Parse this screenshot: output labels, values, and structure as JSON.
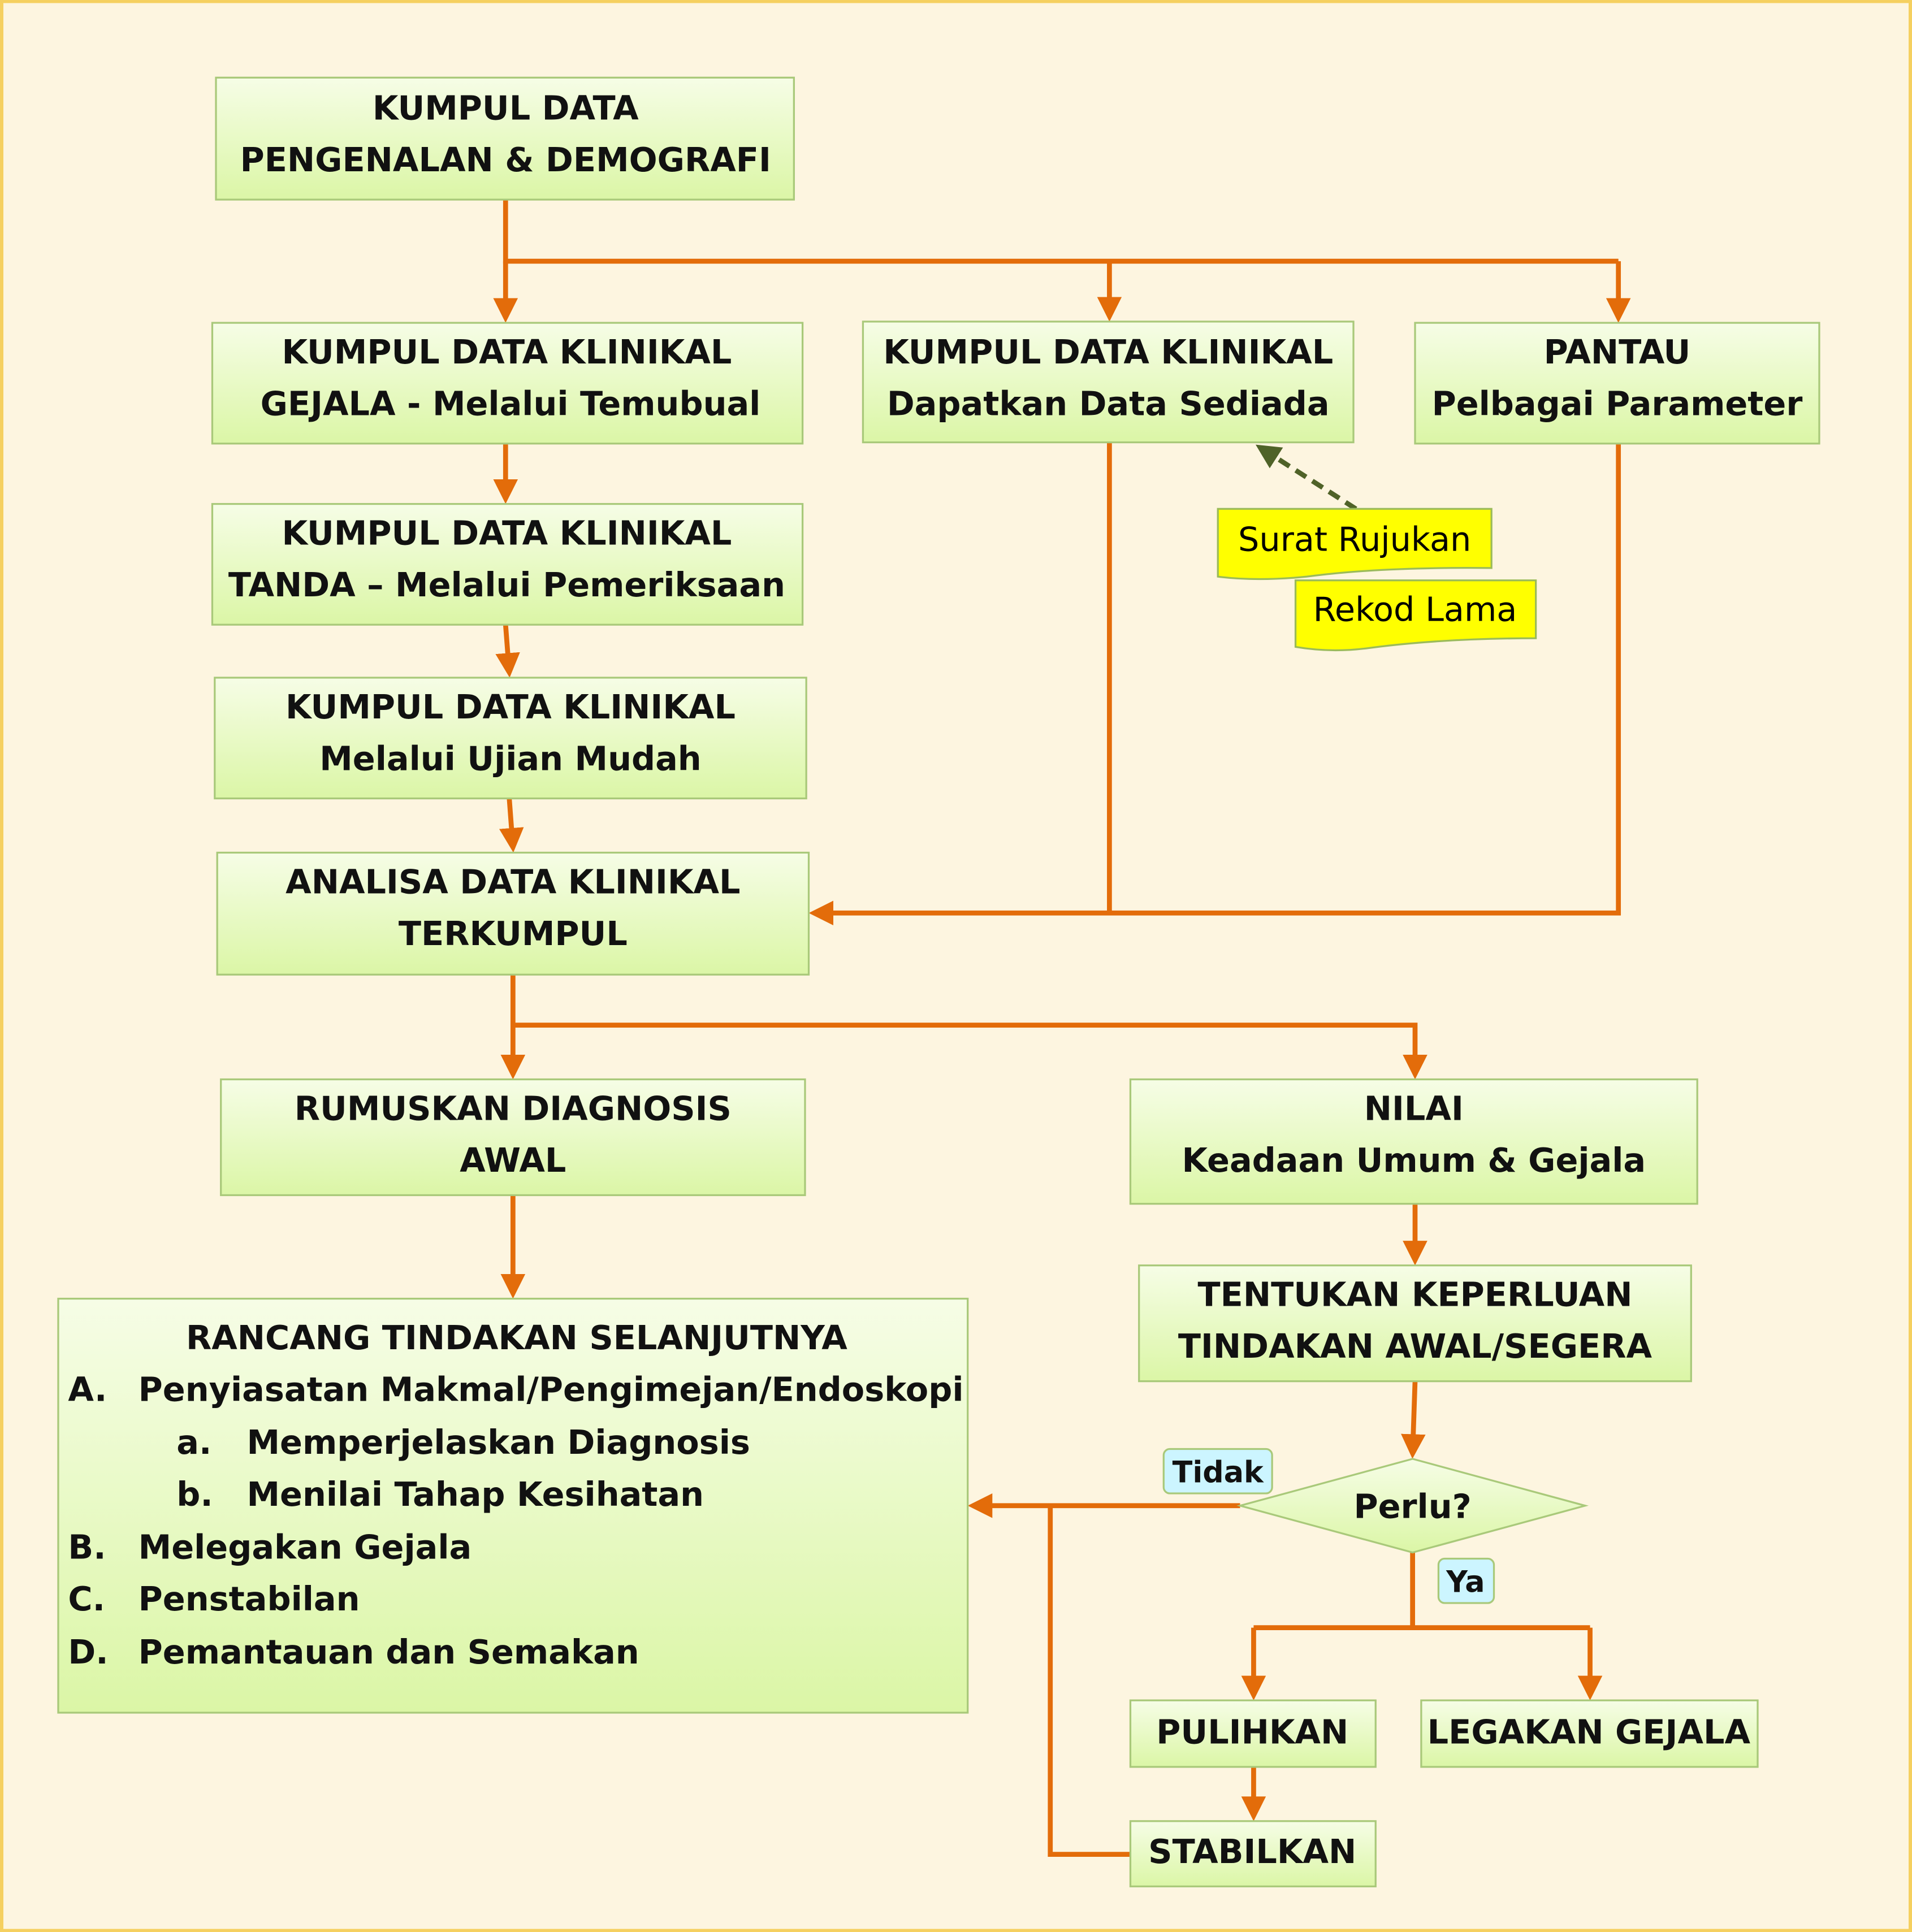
{
  "boxes": {
    "demografi": {
      "line1": "KUMPUL DATA",
      "line2": "PENGENALAN & DEMOGRAFI"
    },
    "gejala": {
      "line1": "KUMPUL DATA KLINIKAL",
      "line2": "GEJALA  - Melalui Temubual"
    },
    "sediada": {
      "line1": "KUMPUL DATA KLINIKAL",
      "line2": "Dapatkan Data Sediada"
    },
    "pantau": {
      "line1": "PANTAU",
      "line2": "Pelbagai Parameter"
    },
    "tanda": {
      "line1": "KUMPUL DATA KLINIKAL",
      "line2": "TANDA – Melalui Pemeriksaan"
    },
    "ujian": {
      "line1": "KUMPUL DATA KLINIKAL",
      "line2": "Melalui Ujian Mudah"
    },
    "analisa": {
      "line1": "ANALISA DATA KLINIKAL",
      "line2": "TERKUMPUL"
    },
    "rumuskan": {
      "line1": "RUMUSKAN DIAGNOSIS",
      "line2": "AWAL"
    },
    "nilai": {
      "line1": "NILAI",
      "line2": "Keadaan Umum & Gejala"
    },
    "tentukan": {
      "line1": "TENTUKAN KEPERLUAN",
      "line2": "TINDAKAN AWAL/SEGERA"
    },
    "rancang": {
      "title": "RANCANG TINDAKAN SELANJUTNYA",
      "items": [
        {
          "marker": "A.",
          "text": "Penyiasatan Makmal/Pengimejan/Endoskopi"
        },
        {
          "marker": "a.",
          "text": "Memperjelaskan Diagnosis"
        },
        {
          "marker": "b.",
          "text": "Menilai Tahap Kesihatan"
        },
        {
          "marker": "B.",
          "text": "Melegakan Gejala"
        },
        {
          "marker": "C.",
          "text": "Penstabilan"
        },
        {
          "marker": "D.",
          "text": "Pemantauan dan Semakan"
        }
      ]
    },
    "pulihkan": {
      "line1": "PULIHKAN"
    },
    "legakan": {
      "line1": "LEGAKAN GEJALA"
    },
    "stabilkan": {
      "line1": "STABILKAN"
    }
  },
  "decision": {
    "label": "Perlu?",
    "no": "Tidak",
    "yes": "Ya"
  },
  "notes": [
    "Surat Rujukan",
    "Rekod Lama"
  ],
  "colors": {
    "background": "#fdf5e0",
    "border": "#f5d060",
    "arrow": "#e36c0a",
    "note": "#ffff00",
    "dashed_arrow": "#4f6228",
    "label_bg": "#ccf5ff"
  }
}
